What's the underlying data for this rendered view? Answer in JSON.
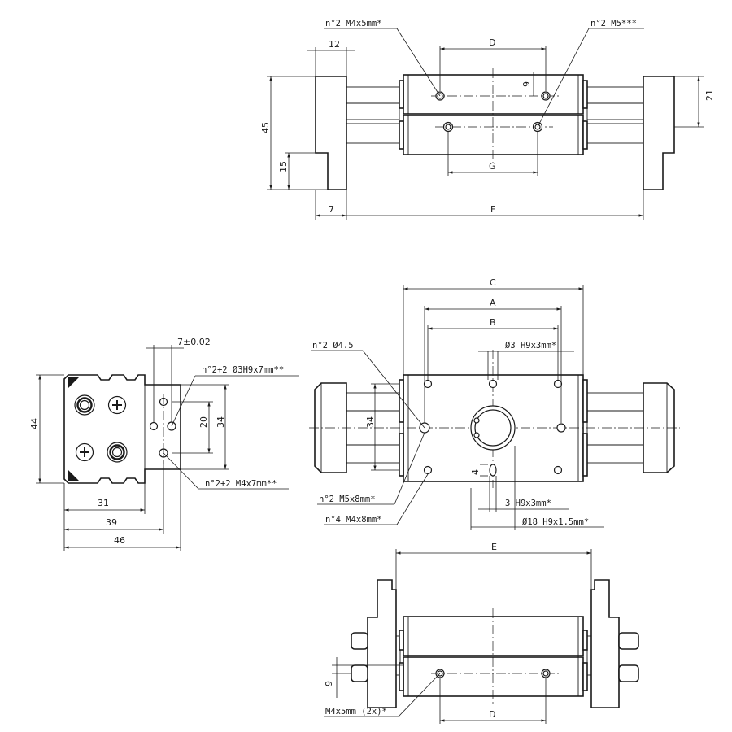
{
  "top_view": {
    "callout_left": "n°2 M4x5mm*",
    "callout_right": "n°2 M5***",
    "dim_12": "12",
    "dim_D": "D",
    "dim_9": "9",
    "dim_21": "21",
    "dim_45": "45",
    "dim_15": "15",
    "dim_G": "G",
    "dim_7": "7",
    "dim_F": "F"
  },
  "side_view": {
    "dim_7": "7±0.02",
    "callout_upper": "n°2+2 Ø3H9x7mm**",
    "callout_lower": "n°2+2 M4x7mm**",
    "dim_44": "44",
    "dim_20": "20",
    "dim_34": "34",
    "dim_31": "31",
    "dim_39": "39",
    "dim_46": "46"
  },
  "front_view": {
    "dim_C": "C",
    "dim_A": "A",
    "dim_B": "B",
    "callout_d3": "Ø3 H9x3mm*",
    "callout_d45": "n°2 Ø4.5",
    "dim_34": "34",
    "dim_4": "4",
    "callout_m5": "n°2 M5x8mm*",
    "callout_3h9": "3 H9x3mm*",
    "callout_m4": "n°4 M4x8mm*",
    "callout_d18": "Ø18 H9x1.5mm*"
  },
  "bottom_view": {
    "dim_E": "E",
    "dim_9": "9",
    "callout": "M4x5mm (2x)*",
    "dim_D": "D"
  }
}
